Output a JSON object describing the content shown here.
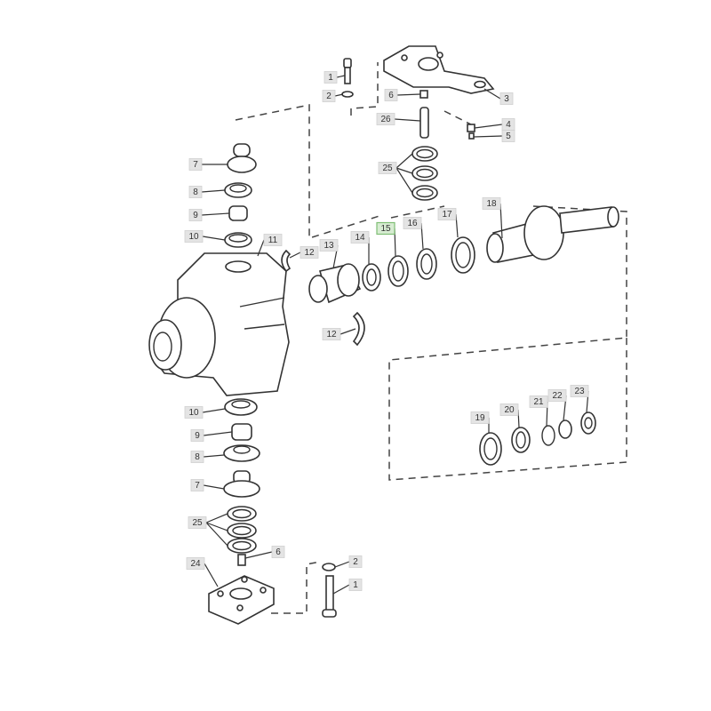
{
  "diagram": {
    "highlight_color": "#7fbf75",
    "callouts": [
      "1",
      "2",
      "3",
      "6",
      "26",
      "4",
      "5",
      "25",
      "7",
      "8",
      "9",
      "10",
      "11",
      "12",
      "13",
      "14",
      "15",
      "16",
      "17",
      "18",
      "12",
      "10",
      "9",
      "8",
      "7",
      "25",
      "6",
      "24",
      "2",
      "1",
      "19",
      "20",
      "21",
      "22",
      "23"
    ],
    "highlighted": "15"
  }
}
